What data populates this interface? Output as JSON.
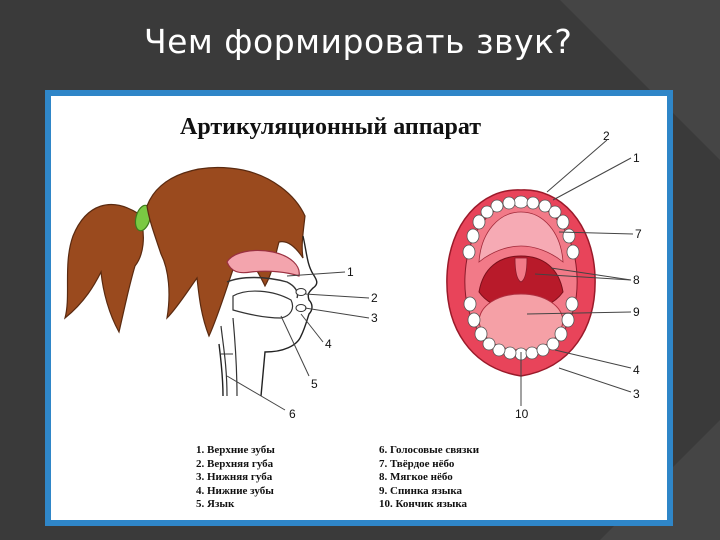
{
  "slide": {
    "title": "Чем формировать звук?"
  },
  "diagram": {
    "title": "Артикуляционный аппарат",
    "profile_callouts": [
      "1",
      "2",
      "3",
      "4",
      "5",
      "6"
    ],
    "mouth_callouts": [
      "2",
      "1",
      "7",
      "8",
      "9",
      "4",
      "3",
      "10"
    ],
    "legend_left": [
      "1. Верхние зубы",
      "2. Верхняя губа",
      "3. Нижняя губа",
      "4. Нижние зубы",
      "5. Язык"
    ],
    "legend_right": [
      "6. Голосовые связки",
      "7. Твёрдое нёбо",
      "8. Мягкое нёбо",
      "9. Спинка языка",
      "10. Кончик языка"
    ]
  },
  "colors": {
    "background": "#3a3a3a",
    "panel_border": "#2f86c8",
    "hair": "#9a4a1e",
    "hair_tie": "#7ac943",
    "lips": "#e8445a",
    "mouth_inner": "#c01c2c",
    "tongue": "#f28a8a"
  }
}
